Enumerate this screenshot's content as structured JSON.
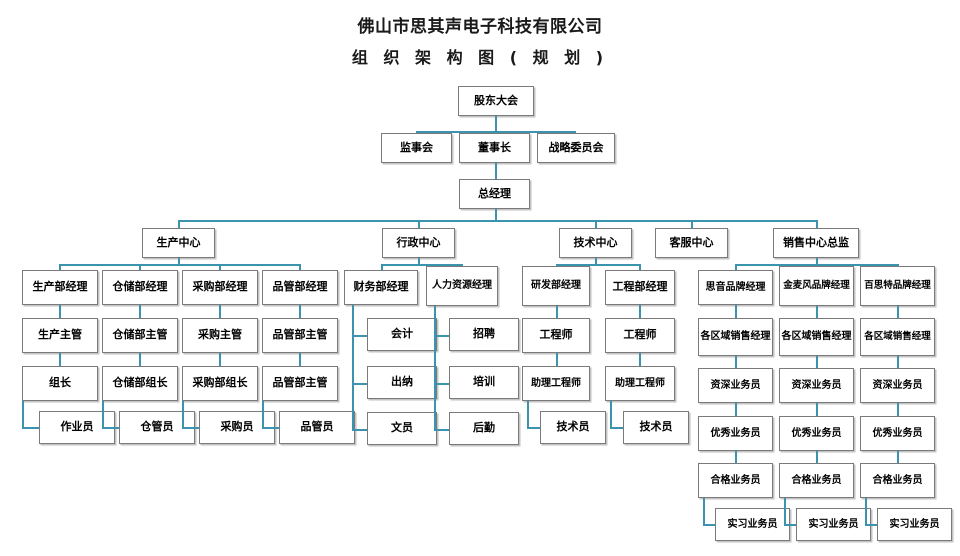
{
  "title": {
    "line1": "佛山市思其声电子科技有限公司",
    "line2": "组 织 架 构 图 ( 规 划 )"
  },
  "theme": {
    "connector_color": "#3c93ad",
    "node_border": "#7a7a7a",
    "node_fill": "#ffffff",
    "text_color": "#000000",
    "background": "#ffffff"
  },
  "nodes": {
    "shareholders": "股东大会",
    "supervisors": "监事会",
    "chairman": "董事长",
    "strategy_committee": "战略委员会",
    "general_manager": "总经理",
    "production_center": "生产中心",
    "admin_center": "行政中心",
    "tech_center": "技术中心",
    "service_center": "客服中心",
    "sales_center": "销售中心总监",
    "prod_mgr": "生产部经理",
    "prod_sup": "生产主管",
    "prod_lead": "组长",
    "prod_worker": "作业员",
    "wh_mgr": "仓储部经理",
    "wh_sup": "仓储部主管",
    "wh_lead": "仓储部组长",
    "wh_worker": "仓管员",
    "pur_mgr": "采购部经理",
    "pur_sup": "采购主管",
    "pur_lead": "采购部组长",
    "pur_worker": "采购员",
    "qc_mgr": "品管部经理",
    "qc_sup": "品管部主管",
    "qc_lead": "品管部主管",
    "qc_worker": "品管员",
    "fin_mgr": "财务部经理",
    "fin_c1": "会计",
    "fin_c2": "出纳",
    "fin_c3": "文员",
    "hr_mgr": "人力资源经理",
    "hr_c1": "招聘",
    "hr_c2": "培训",
    "hr_c3": "后勤",
    "rd_mgr": "研发部经理",
    "rd_eng": "工程师",
    "rd_asst": "助理工程师",
    "rd_tech": "技术员",
    "eng_mgr": "工程部经理",
    "eng_eng": "工程师",
    "eng_asst": "助理工程师",
    "eng_tech": "技术员",
    "brand1_mgr": "思音品牌经理",
    "brand1_region": "各区域销售经理",
    "brand1_senior": "资深业务员",
    "brand1_excellent": "优秀业务员",
    "brand1_qualified": "合格业务员",
    "brand1_intern": "实习业务员",
    "brand2_mgr": "金麦风品牌经理",
    "brand2_region": "各区域销售经理",
    "brand2_senior": "资深业务员",
    "brand2_excellent": "优秀业务员",
    "brand2_qualified": "合格业务员",
    "brand2_intern": "实习业务员",
    "brand3_mgr": "百思特品牌经理",
    "brand3_region": "各区域销售经理",
    "brand3_senior": "资深业务员",
    "brand3_excellent": "优秀业务员",
    "brand3_qualified": "合格业务员",
    "brand3_intern": "实习业务员"
  }
}
